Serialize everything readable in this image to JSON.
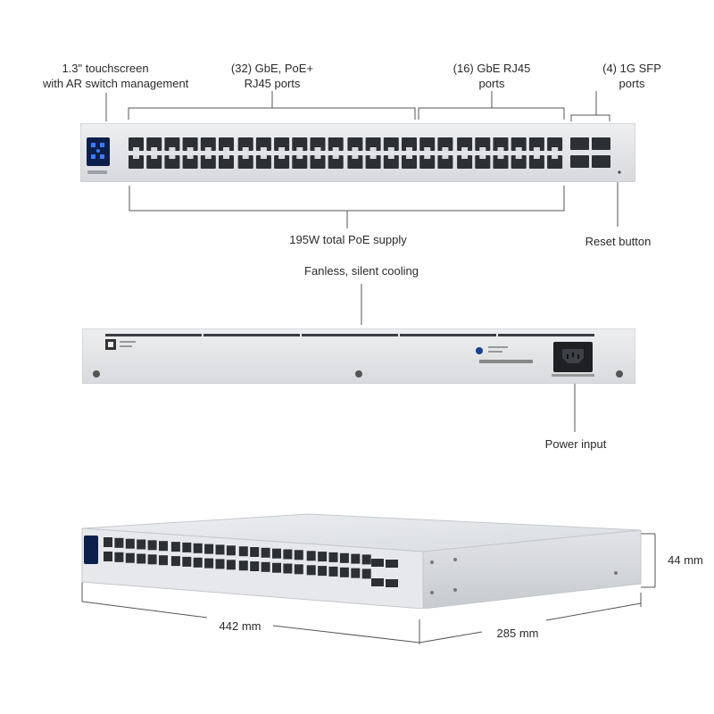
{
  "front_view": {
    "callouts": {
      "touchscreen": [
        "1.3\" touchscreen",
        "with AR switch management"
      ],
      "poe_ports": [
        "(32) GbE, PoE+",
        "RJ45 ports"
      ],
      "gbe_ports": [
        "(16) GbE RJ45",
        "ports"
      ],
      "sfp_ports": [
        "(4) 1G SFP",
        "ports"
      ],
      "poe_supply": "195W total PoE supply",
      "reset": "Reset button"
    },
    "poe_port_count": 32,
    "gbe_port_count": 16,
    "sfp_port_count": 4
  },
  "rear_view": {
    "callouts": {
      "cooling": "Fanless, silent cooling",
      "power": "Power input"
    }
  },
  "dimensions": {
    "width": "442 mm",
    "depth": "285 mm",
    "height": "44 mm"
  },
  "colors": {
    "chassis": "#e4e5e8",
    "chassis_edge": "#c9cbd0",
    "port": "#2c2f34",
    "screen": "#0b1f4a",
    "screen_icon": "#3b7bff",
    "line": "#444444"
  }
}
